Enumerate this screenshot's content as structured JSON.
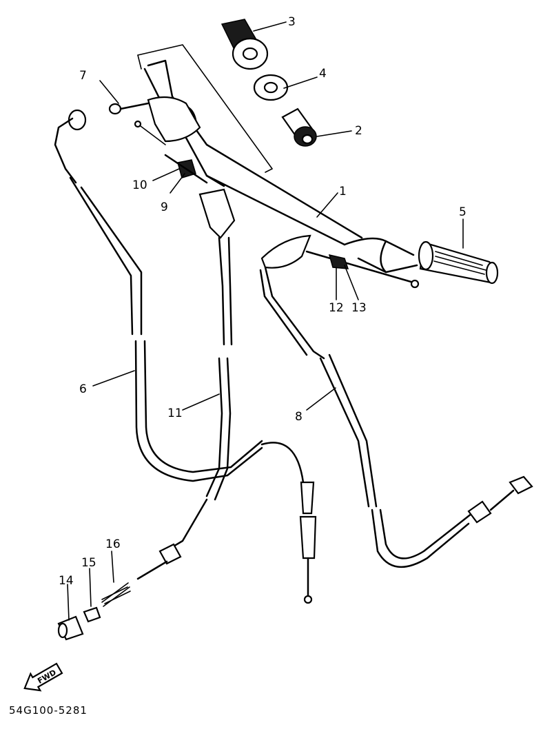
{
  "callouts": [
    {
      "id": "1",
      "label": "1"
    },
    {
      "id": "2",
      "label": "2"
    },
    {
      "id": "3",
      "label": "3"
    },
    {
      "id": "4",
      "label": "4"
    },
    {
      "id": "5",
      "label": "5"
    },
    {
      "id": "6",
      "label": "6"
    },
    {
      "id": "7",
      "label": "7"
    },
    {
      "id": "8",
      "label": "8"
    },
    {
      "id": "9",
      "label": "9"
    },
    {
      "id": "10",
      "label": "10"
    },
    {
      "id": "11",
      "label": "11"
    },
    {
      "id": "12",
      "label": "12"
    },
    {
      "id": "13",
      "label": "13"
    },
    {
      "id": "14",
      "label": "14"
    },
    {
      "id": "15",
      "label": "15"
    },
    {
      "id": "16",
      "label": "16"
    }
  ],
  "fwd_label": "FWD",
  "drawing_code": "54G100-5281"
}
